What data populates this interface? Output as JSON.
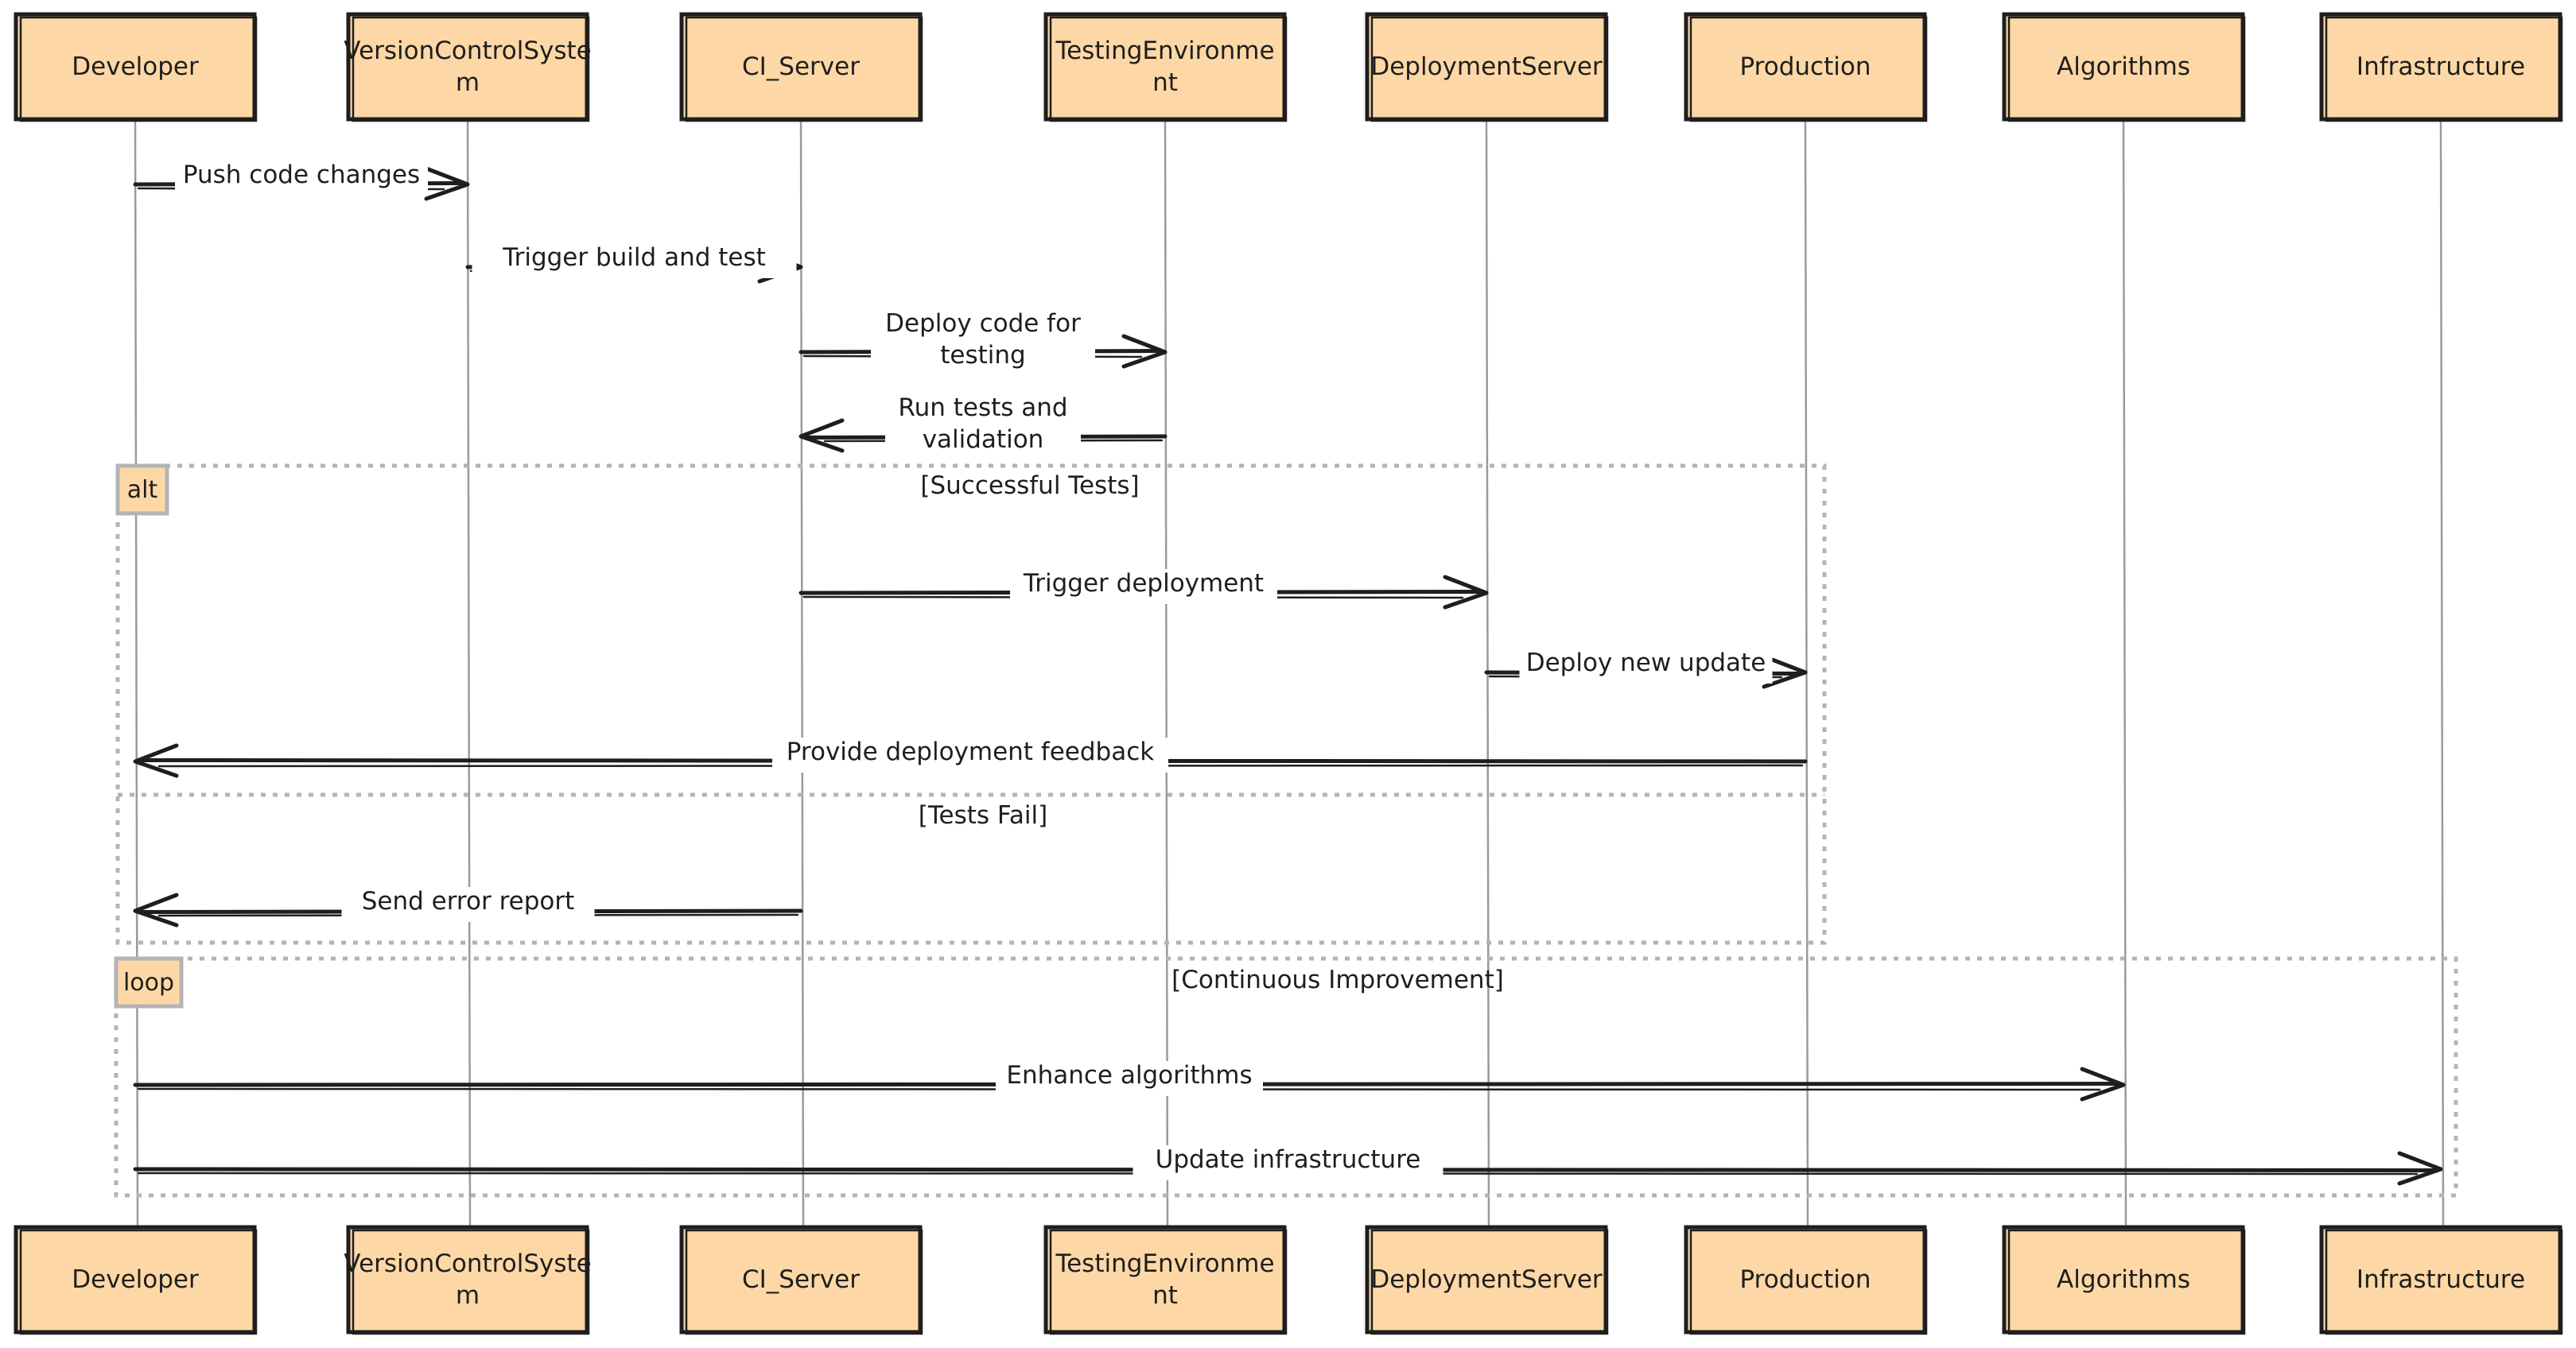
{
  "participants": [
    {
      "id": "developer",
      "label_lines": [
        "Developer"
      ]
    },
    {
      "id": "vcs",
      "label_lines": [
        "VersionControlSyste",
        "m"
      ]
    },
    {
      "id": "ci",
      "label_lines": [
        "CI_Server"
      ]
    },
    {
      "id": "testenv",
      "label_lines": [
        "TestingEnvironme",
        "nt"
      ]
    },
    {
      "id": "deploy",
      "label_lines": [
        "DeploymentServer"
      ]
    },
    {
      "id": "prod",
      "label_lines": [
        "Production"
      ]
    },
    {
      "id": "algo",
      "label_lines": [
        "Algorithms"
      ]
    },
    {
      "id": "infra",
      "label_lines": [
        "Infrastructure"
      ]
    }
  ],
  "messages": [
    {
      "from": "developer",
      "to": "vcs",
      "label_lines": [
        "Push code changes"
      ]
    },
    {
      "from": "vcs",
      "to": "ci",
      "label_lines": [
        "Trigger build and test"
      ]
    },
    {
      "from": "ci",
      "to": "testenv",
      "label_lines": [
        "Deploy code for",
        "testing"
      ]
    },
    {
      "from": "testenv",
      "to": "ci",
      "label_lines": [
        "Run tests and",
        "validation"
      ]
    },
    {
      "from": "ci",
      "to": "deploy",
      "label_lines": [
        "Trigger deployment"
      ]
    },
    {
      "from": "deploy",
      "to": "prod",
      "label_lines": [
        "Deploy new update"
      ]
    },
    {
      "from": "prod",
      "to": "developer",
      "label_lines": [
        "Provide deployment feedback"
      ]
    },
    {
      "from": "ci",
      "to": "developer",
      "label_lines": [
        "Send error report"
      ]
    },
    {
      "from": "developer",
      "to": "algo",
      "label_lines": [
        "Enhance algorithms"
      ]
    },
    {
      "from": "developer",
      "to": "infra",
      "label_lines": [
        "Update infrastructure"
      ]
    }
  ],
  "fragments": [
    {
      "type": "alt",
      "label": "alt",
      "conditions": [
        "[Successful Tests]",
        "[Tests Fail]"
      ]
    },
    {
      "type": "loop",
      "label": "loop",
      "conditions": [
        "[Continuous Improvement]"
      ]
    }
  ],
  "colors": {
    "actor_fill": "#fdd8a6",
    "stroke": "#1e1e1e",
    "lifeline": "#9a9a9a",
    "frame": "#b4b4b4"
  }
}
